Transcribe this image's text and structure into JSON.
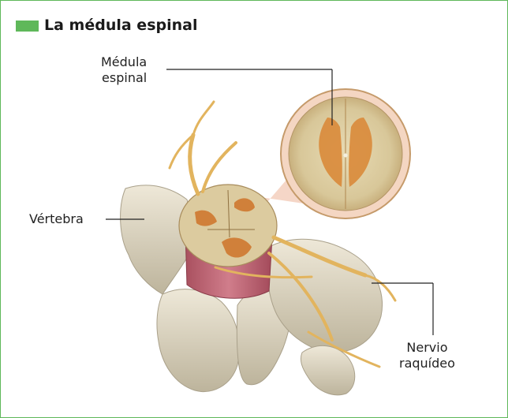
{
  "title": "La médula espinal",
  "colors": {
    "accent": "#5fb85a",
    "bone": "#ddd6c2",
    "nerve": "#e2b45e",
    "cord": "#d9c79b",
    "gray_matter": "#d98a3a",
    "dura": "#c46a78"
  },
  "labels": {
    "medula_line1": "Médula",
    "medula_line2": "espinal",
    "vertebra": "Vértebra",
    "nervio_line1": "Nervio",
    "nervio_line2": "raquídeo"
  }
}
